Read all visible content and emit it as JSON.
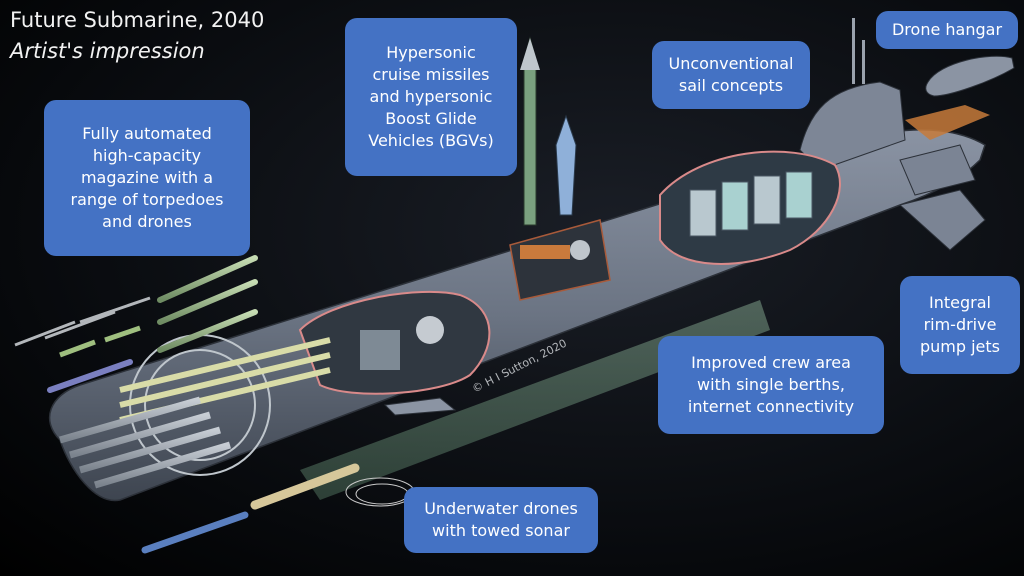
{
  "title": "Future Submarine, 2040",
  "subtitle": "Artist's impression",
  "credit": "© H I Sutton, 2020",
  "callouts": {
    "magazine": [
      "Fully automated",
      "high-capacity",
      "magazine with a",
      "range of torpedoes",
      "and drones"
    ],
    "missiles": [
      "Hypersonic",
      "cruise missiles",
      "and hypersonic",
      "Boost Glide",
      "Vehicles (BGVs)"
    ],
    "sail": [
      "Unconventional",
      "sail concepts"
    ],
    "hangar": [
      "Drone hangar"
    ],
    "pumpjets": [
      "Integral",
      "rim-drive",
      "pump jets"
    ],
    "crew": [
      "Improved crew area",
      "with single berths,",
      "internet connectivity"
    ],
    "drones": [
      "Underwater drones",
      "with towed sonar"
    ]
  },
  "colors": {
    "callout_bg": "#4472c4",
    "hull": "#6f7a8a",
    "background": "#000000"
  }
}
